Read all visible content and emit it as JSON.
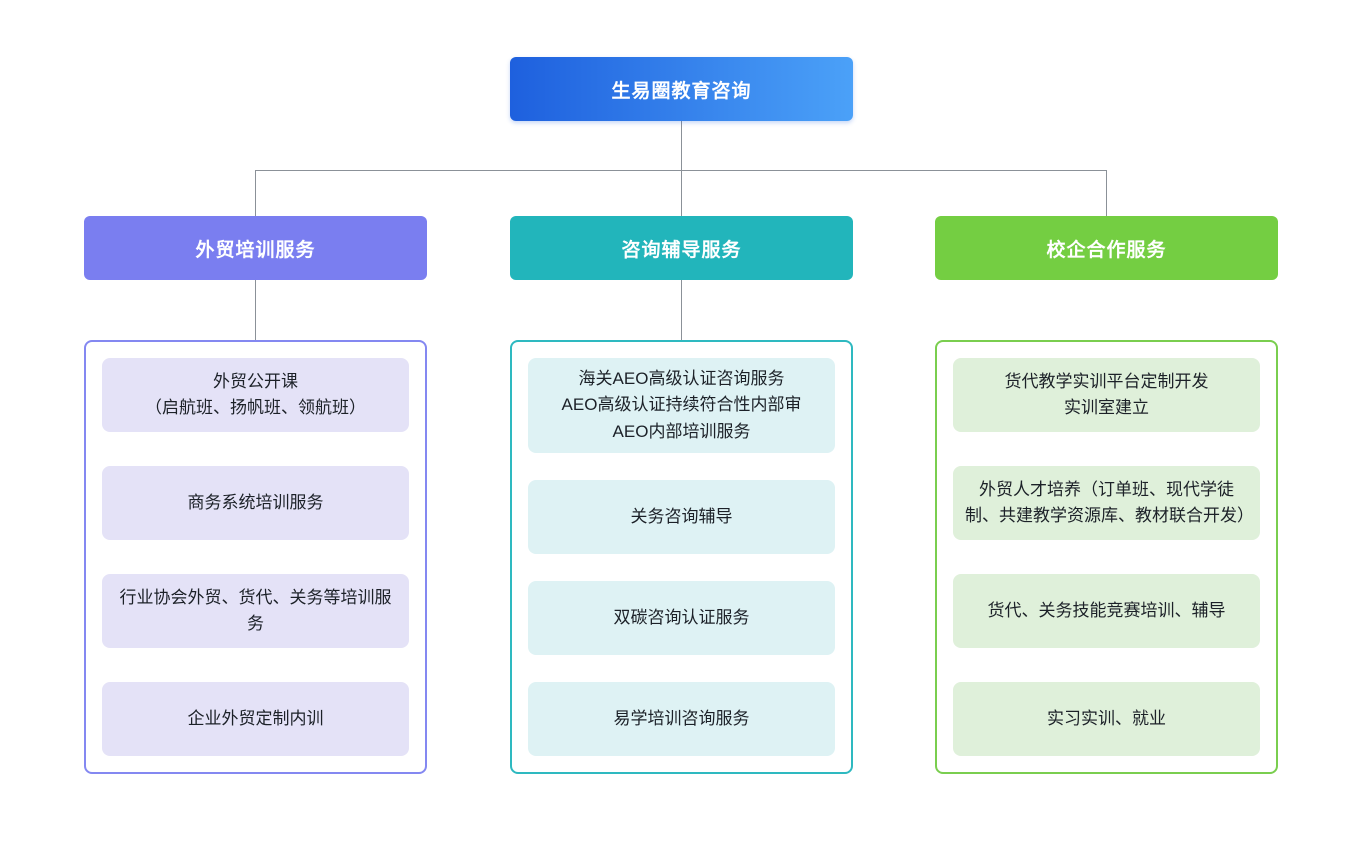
{
  "canvas": {
    "background": "#ffffff",
    "connector_color": "#8b9198",
    "text_color": "#1c2128"
  },
  "root": {
    "label": "生易圈教育咨询",
    "colors": {
      "gradient_start": "#1e60de",
      "gradient_end": "#4ba1f8",
      "text": "#ffffff"
    }
  },
  "branches": [
    {
      "label": "外贸培训服务",
      "colors": {
        "header": "#7a7ef0",
        "container_border": "#8488f1",
        "item_bg": "#e4e2f7"
      },
      "items": [
        "外贸公开课\n（启航班、扬帆班、领航班）",
        "商务系统培训服务",
        "行业协会外贸、货代、关务等培训服务",
        "企业外贸定制内训"
      ]
    },
    {
      "label": "咨询辅导服务",
      "colors": {
        "header": "#22b5bb",
        "container_border": "#2eb9c0",
        "item_bg": "#def2f4"
      },
      "items": [
        "海关AEO高级认证咨询服务\nAEO高级认证持续符合性内部审\nAEO内部培训服务",
        "关务咨询辅导",
        "双碳咨询认证服务",
        "易学培训咨询服务"
      ]
    },
    {
      "label": "校企合作服务",
      "colors": {
        "header": "#74ce42",
        "container_border": "#7ace4f",
        "item_bg": "#dff0da"
      },
      "items": [
        "货代教学实训平台定制开发\n实训室建立",
        "外贸人才培养（订单班、现代学徒制、共建教学资源库、教材联合开发）",
        "货代、关务技能竞赛培训、辅导",
        "实习实训、就业"
      ]
    }
  ]
}
